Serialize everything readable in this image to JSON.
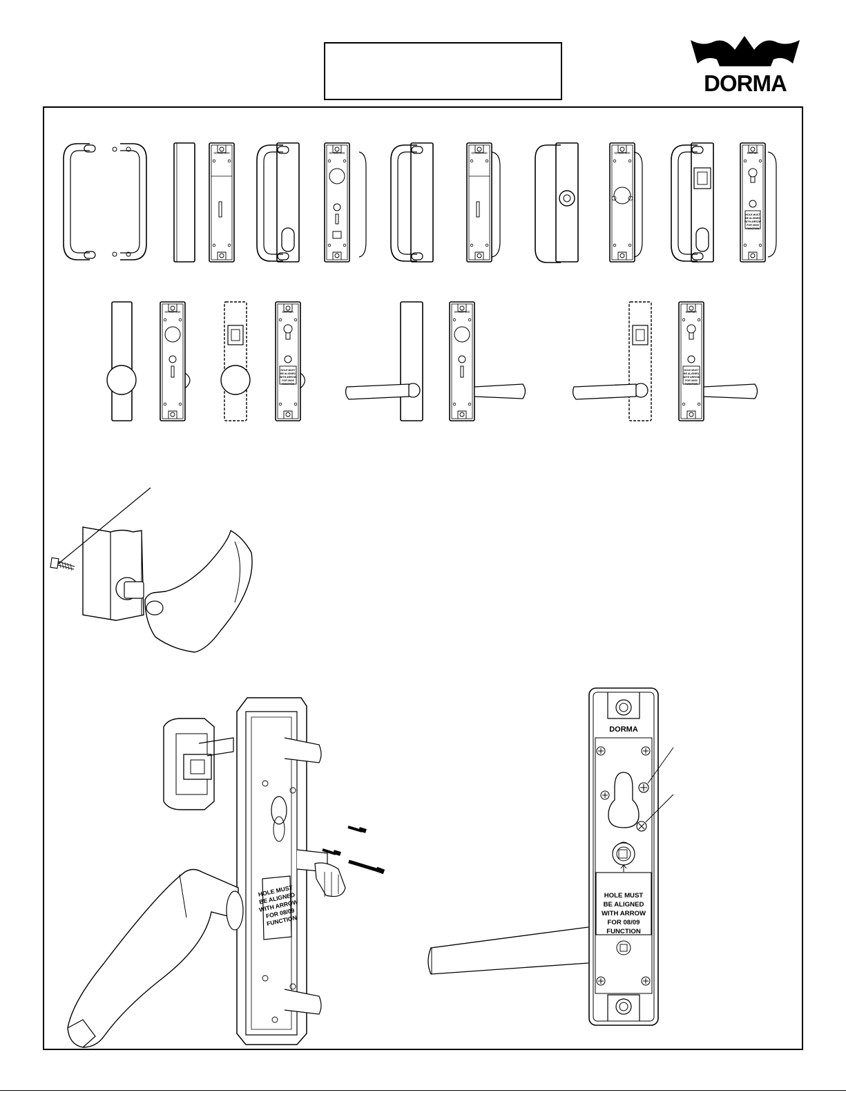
{
  "brand": {
    "name": "DORMA"
  },
  "labels": {
    "plate_code": "00-000-000",
    "plate_brand": "DORMA",
    "notice_line1": "HOLE MUST",
    "notice_line2": "BE ALIGNED",
    "notice_line3": "WITH ARROW",
    "notice_line4": "FOR 08/09",
    "notice_line5": "FUNCTION"
  }
}
